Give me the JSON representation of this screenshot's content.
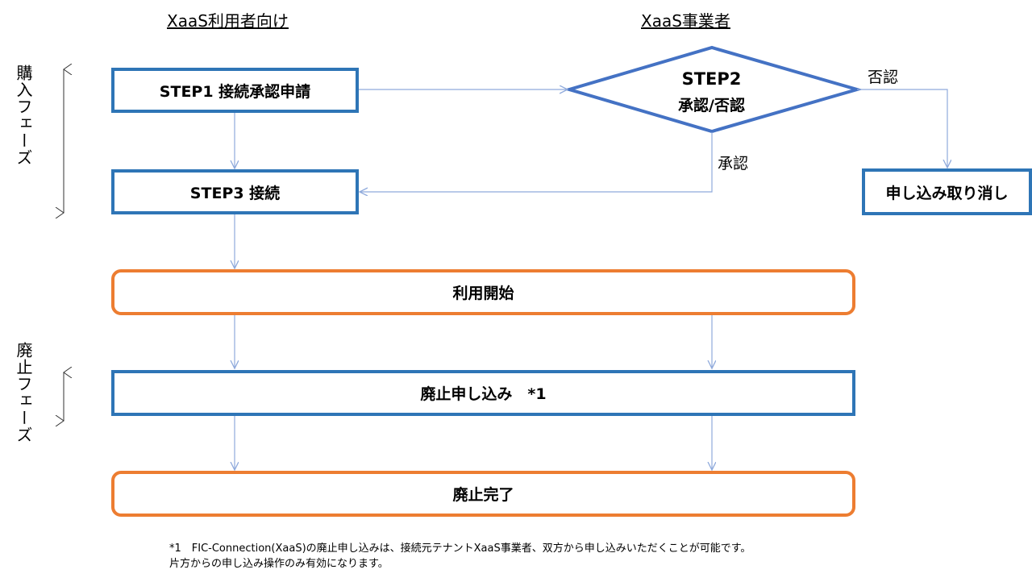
{
  "headers": {
    "user_side": "XaaS利用者向け",
    "provider_side": "XaaS事業者"
  },
  "phases": {
    "purchase": "購入フェーズ",
    "cancellation": "廃止フェーズ"
  },
  "nodes": {
    "step1": "STEP1 接続承認申請",
    "step2_title": "STEP2",
    "step2_subtitle": "承認/否認",
    "step3": "STEP3 接続",
    "cancel_application": "申し込み取り消し",
    "usage_start": "利用開始",
    "abolish_request": "廃止申し込み　*1",
    "abolish_complete": "廃止完了"
  },
  "edge_labels": {
    "reject": "否認",
    "approve": "承認"
  },
  "footnote": {
    "line1": "*1　FIC-Connection(XaaS)の廃止申し込みは、接続元テナントXaaS事業者、双方から申し込みいただくことが可能です。",
    "line2": "片方からの申し込み操作のみ有効になります。"
  },
  "colors": {
    "blue_border": "#2E75B6",
    "orange_border": "#ED7D31",
    "connector": "#8FAADC",
    "diamond_border": "#4472C4"
  }
}
